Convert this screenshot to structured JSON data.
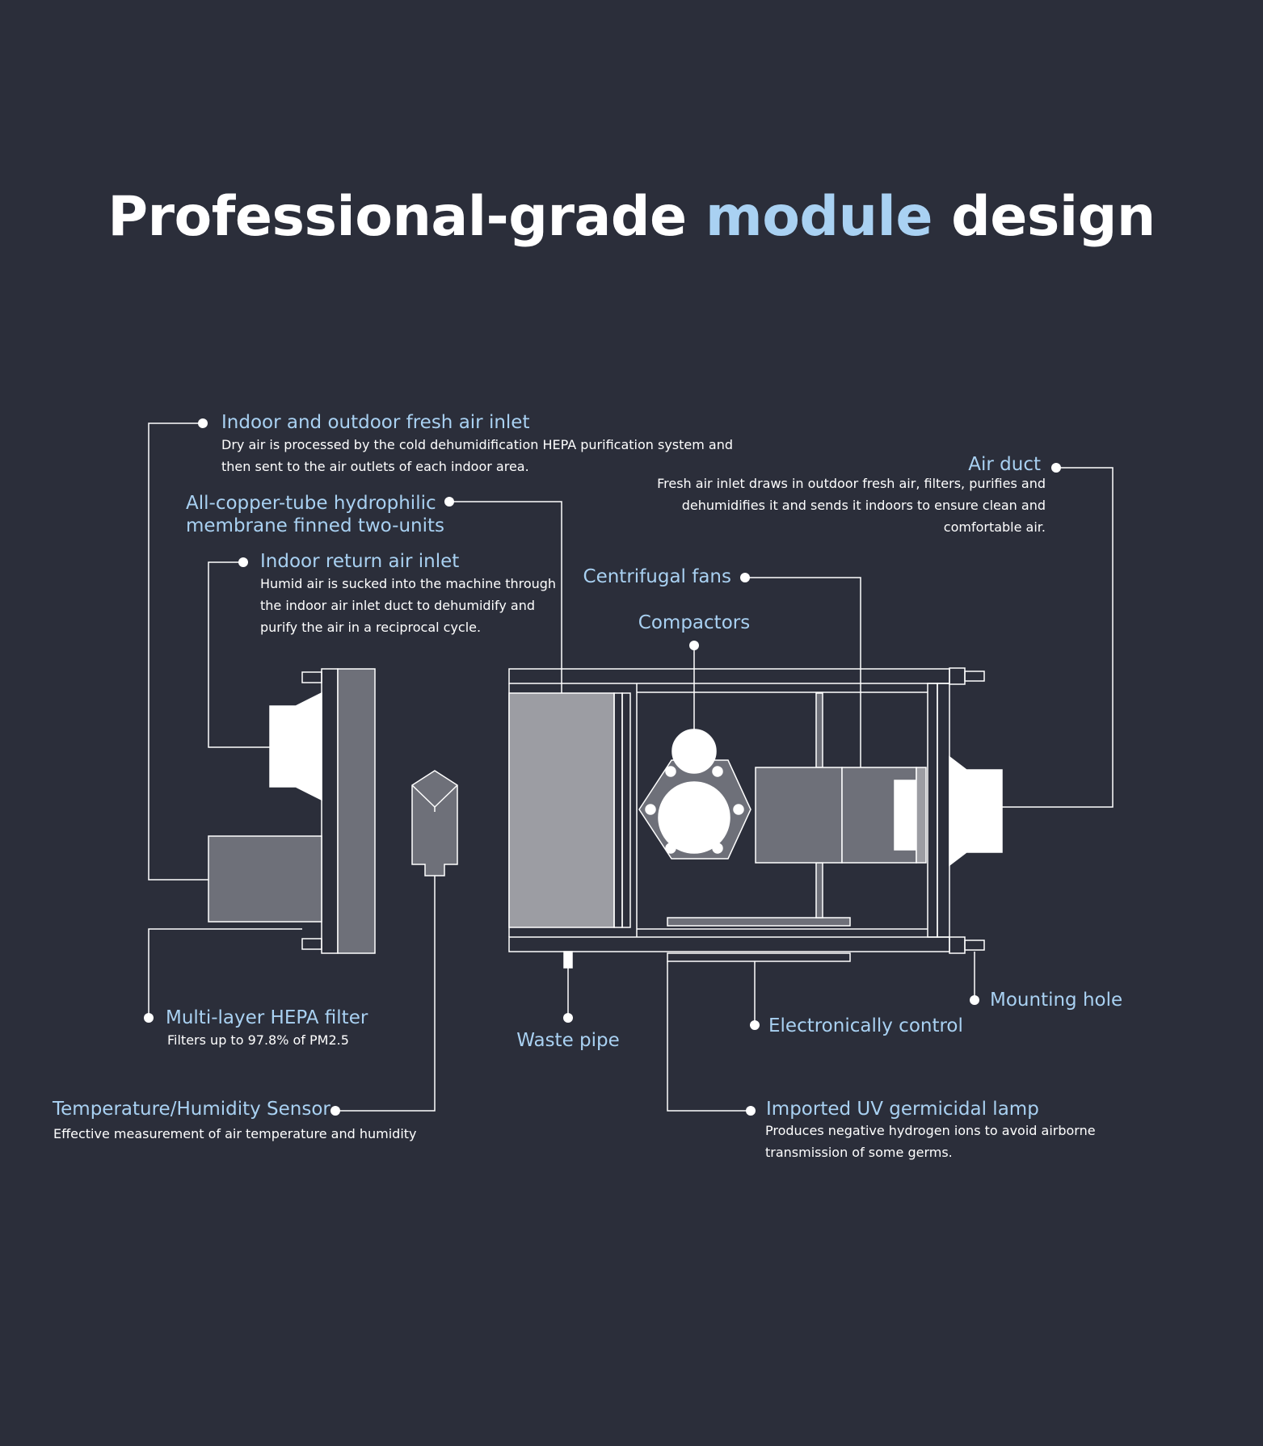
{
  "title": {
    "part1": "Professional-grade ",
    "accent": "module",
    "part2": " design"
  },
  "colors": {
    "background": "#2b2e3a",
    "accent": "#a9d1f2",
    "line": "#ffffff",
    "panel_dark": "#6e7079",
    "panel_light": "#9c9da3"
  },
  "labels": {
    "fresh_air_inlet": {
      "title": "Indoor and outdoor fresh air inlet",
      "desc": "Dry air is processed by the cold dehumidification HEPA purification system and then sent to the air outlets of each indoor area."
    },
    "copper_tube": {
      "line1": "All-copper-tube hydrophilic",
      "line2": "membrane finned two-units"
    },
    "return_air_inlet": {
      "title": "Indoor return air inlet",
      "desc": "Humid air is sucked into the machine through the indoor air inlet duct to dehumidify and purify the air in a reciprocal cycle."
    },
    "air_duct": {
      "title": "Air duct",
      "desc": "Fresh air inlet draws in outdoor fresh air, filters, purifies and dehumidifies it and sends it indoors to ensure clean and comfortable air."
    },
    "centrifugal_fans": {
      "title": "Centrifugal fans"
    },
    "compactors": {
      "title": "Compactors"
    },
    "hepa_filter": {
      "title": "Multi-layer HEPA filter",
      "desc": "Filters up to 97.8% of PM2.5"
    },
    "waste_pipe": {
      "title": "Waste pipe"
    },
    "electronic_control": {
      "title": "Electronically control"
    },
    "mounting_hole": {
      "title": "Mounting hole"
    },
    "temp_sensor": {
      "title": "Temperature/Humidity Sensor",
      "desc": "Effective measurement of air temperature and humidity"
    },
    "uv_lamp": {
      "title": "Imported UV germicidal lamp",
      "desc": "Produces negative hydrogen ions to avoid airborne transmission of some germs."
    }
  }
}
